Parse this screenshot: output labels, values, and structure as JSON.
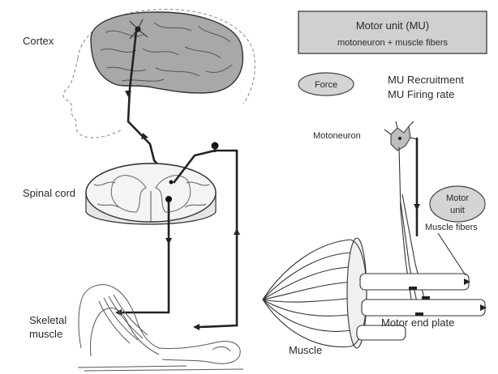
{
  "left_panel": {
    "cortex_label": "Cortex",
    "spinal_cord_label": "Spinal cord",
    "skeletal_muscle_label_line1": "Skeletal",
    "skeletal_muscle_label_line2": "muscle"
  },
  "right_panel": {
    "motor_unit_box_title": "Motor unit (MU)",
    "motor_unit_box_subtitle": "motoneuron + muscle fibers",
    "force_label": "Force",
    "mu_recruitment_label": "MU Recruitment",
    "mu_firing_rate_label": "MU Firing rate",
    "motoneuron_label": "Motoneuron",
    "motor_unit_line1": "Motor",
    "motor_unit_line2": "unit",
    "muscle_fibers_label": "Muscle fibers",
    "motor_end_plate_label": "Motor end plate",
    "muscle_label": "Muscle"
  },
  "colors": {
    "brain_fill": "#a8a8a8",
    "ellipse_fill": "#d4d4d4",
    "box_fill": "#d0d0d0",
    "line": "#222222"
  }
}
